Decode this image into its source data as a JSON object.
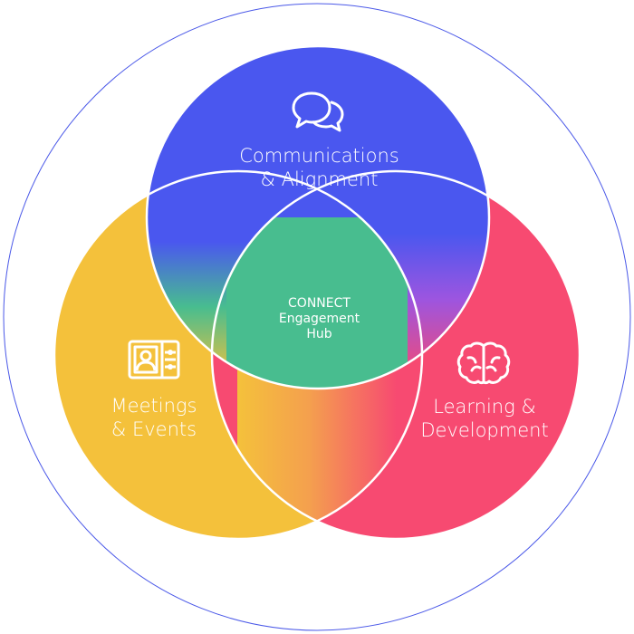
{
  "colors": {
    "outer_ring": "#4a58e8",
    "communications": "#4a57ef",
    "meetings": "#f4c13b",
    "learning": "#f74a71",
    "hub": "#48bd8f",
    "outline": "#ffffff"
  },
  "sets": {
    "communications": {
      "line1": "Communications",
      "line2": "& Alignment",
      "icon": "chat-bubbles-icon"
    },
    "meetings": {
      "line1": "Meetings",
      "line2": "& Events",
      "icon": "video-meeting-icon"
    },
    "learning": {
      "line1": "Learning &",
      "line2": "Development",
      "icon": "brain-icon"
    }
  },
  "hub": {
    "line1": "CONNECT",
    "line2": "Engagement",
    "line3": "Hub"
  }
}
